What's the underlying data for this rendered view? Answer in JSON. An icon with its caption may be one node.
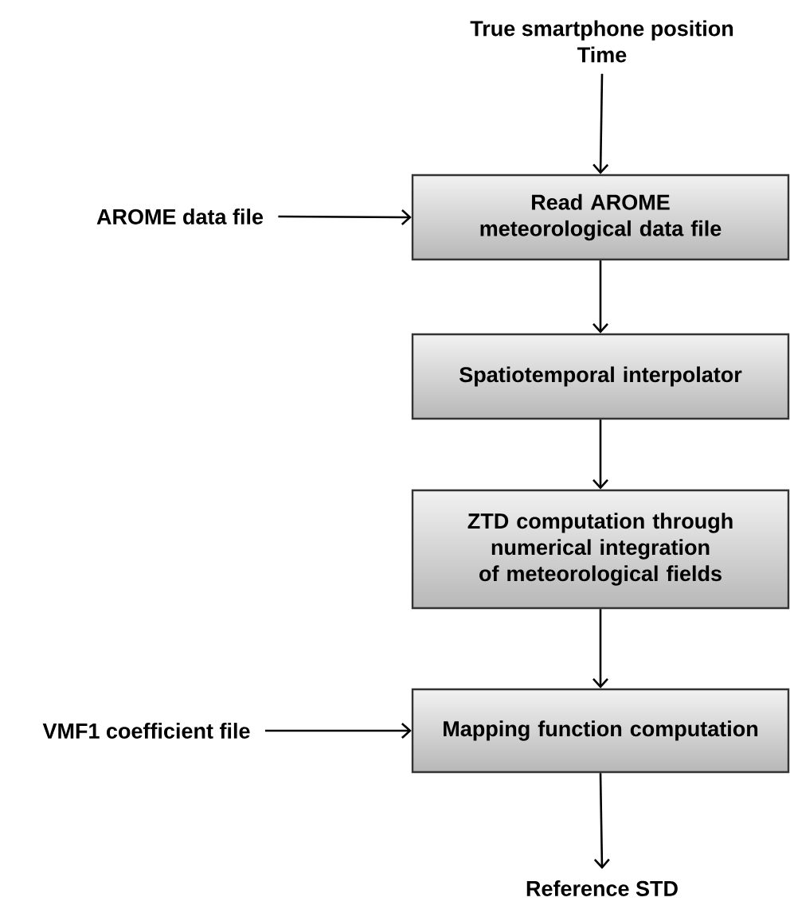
{
  "diagram": {
    "nodes": [
      {
        "text": [
          "True smartphone position",
          "Time"
        ]
      },
      {
        "text": [
          "AROME data file"
        ]
      },
      {
        "text": [
          "Read AROME meteorological data file"
        ]
      },
      {
        "text": [
          "Spatiotemporal interpolator"
        ]
      },
      {
        "text": [
          "ZTD computation through numerical integration of meteorological fields"
        ]
      },
      {
        "text": [
          "VMF1 coefficient file"
        ]
      },
      {
        "text": [
          "Mapping function computation"
        ]
      },
      {
        "text": [
          "Reference STD"
        ]
      }
    ],
    "edges": [
      {
        "from": 0,
        "to": 2,
        "arrow": "to"
      },
      {
        "from": 1,
        "to": 2,
        "arrow": "to"
      },
      {
        "from": 2,
        "to": 3,
        "arrow": "to"
      },
      {
        "from": 3,
        "to": 4,
        "arrow": "to"
      },
      {
        "from": 4,
        "to": 6,
        "arrow": "to"
      },
      {
        "from": 5,
        "to": 6,
        "arrow": "to"
      },
      {
        "from": 6,
        "to": 7,
        "arrow": "to"
      }
    ]
  }
}
